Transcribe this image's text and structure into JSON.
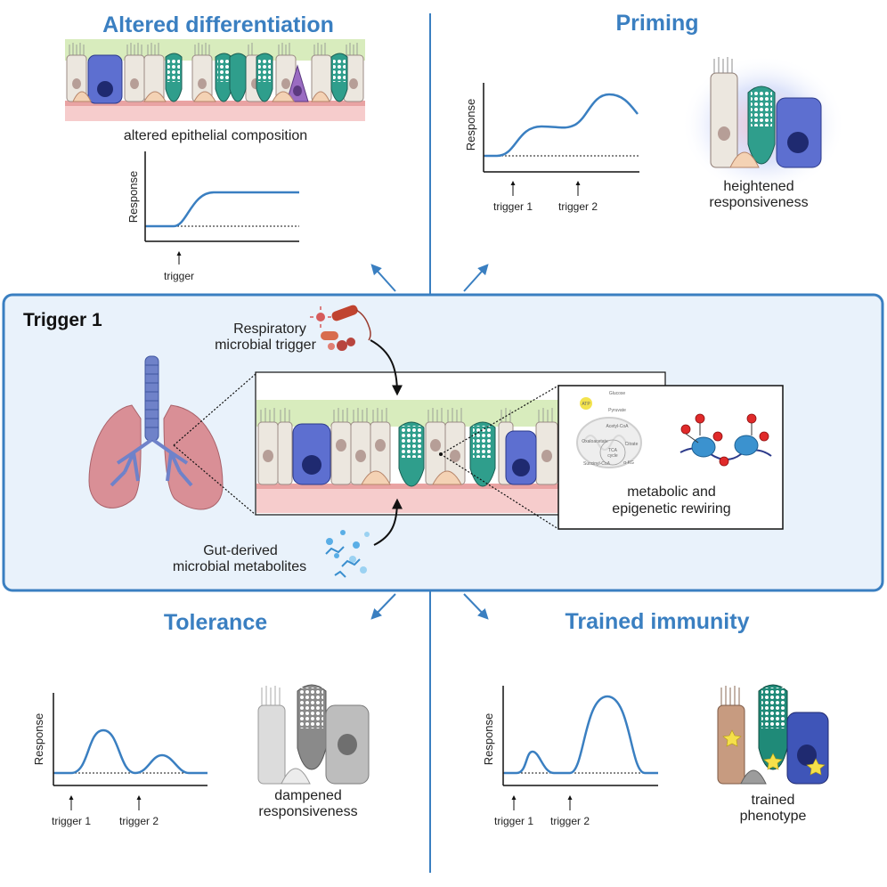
{
  "panels": {
    "altered": {
      "title": "Altered differentiation",
      "caption": "altered epithelial composition",
      "ylabel": "Response",
      "trigger": "trigger"
    },
    "priming": {
      "title": "Priming",
      "caption_line1": "heightened",
      "caption_line2": "responsiveness",
      "ylabel": "Response",
      "trigger1": "trigger 1",
      "trigger2": "trigger 2"
    },
    "tolerance": {
      "title": "Tolerance",
      "caption_line1": "dampened",
      "caption_line2": "responsiveness",
      "ylabel": "Response",
      "trigger1": "trigger 1",
      "trigger2": "trigger 2"
    },
    "trained": {
      "title": "Trained immunity",
      "caption_line1": "trained",
      "caption_line2": "phenotype",
      "ylabel": "Response",
      "trigger1": "trigger 1",
      "trigger2": "trigger 2"
    }
  },
  "center": {
    "title": "Trigger 1",
    "resp_line1": "Respiratory",
    "resp_line2": "microbial trigger",
    "gut_line1": "Gut-derived",
    "gut_line2": "microbial metabolites",
    "rewire_line1": "metabolic and",
    "rewire_line2": "epigenetic rewiring",
    "atp": "ATP",
    "metabolites": {
      "glucose": "Glucose",
      "pyruvate": "Pyruvate",
      "acetyl_coa": "Acetyl-CoA",
      "citrate": "Citrate",
      "oxaloacetate": "Oxaloacetate",
      "tca1": "TCA",
      "tca2": "cycle",
      "succinyl": "Succinyl-CoA",
      "akg": "α-KG"
    }
  },
  "colors": {
    "accent": "#3a7fc1",
    "box_fill": "#e9f2fb",
    "curve": "#3a7fc1",
    "goblet": "#2f9e8c",
    "basal_cell": "#3f55b8",
    "club_cell": "#f0c9a0",
    "lung": "#d98f96"
  }
}
